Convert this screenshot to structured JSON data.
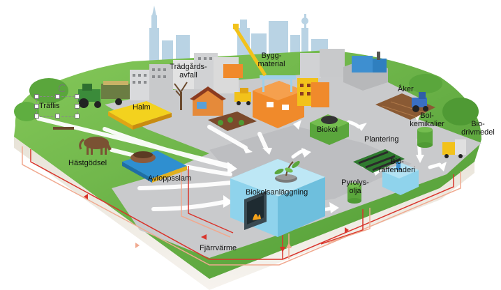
{
  "labels": {
    "traflis": "Träflis",
    "halm": "Halm",
    "tradgardsavfall_1": "Trädgårds-",
    "tradgardsavfall_2": "avfall",
    "byggmaterial_1": "Bygg-",
    "byggmaterial_2": "material",
    "aker": "Åker",
    "hastgodsel": "Hästgödsel",
    "avloppsslam": "Avloppsslam",
    "biokol": "Biokol",
    "plantering": "Plantering",
    "bolkemikalier_1": "Bol-",
    "bolkemikalier_2": "kemikalier",
    "biodrivmedel_1": "Bio-",
    "biodrivmedel_2": "drivmedel",
    "bioraffinaderi_1": "Bio-",
    "bioraffinaderi_2": "raffenaderi",
    "pyrolysolja_1": "Pyrolys-",
    "pyrolysolja_2": "olja",
    "biokolsanlaggning": "Biokolsanläggning",
    "fjarrvarme": "Fjärrvärme"
  },
  "colors": {
    "ground": "#6dbb45",
    "road": "#c8c9cb",
    "pipe_red": "#d9342b",
    "pipe_pink": "#f0a98f",
    "plant_box": "#8fd3ec",
    "skyline": "#b9d3e4"
  },
  "icons": [
    "tractor-icon",
    "horse-icon",
    "crane-icon",
    "truck-icon",
    "tree-icon",
    "plant-sprout-icon",
    "tank-icon"
  ]
}
